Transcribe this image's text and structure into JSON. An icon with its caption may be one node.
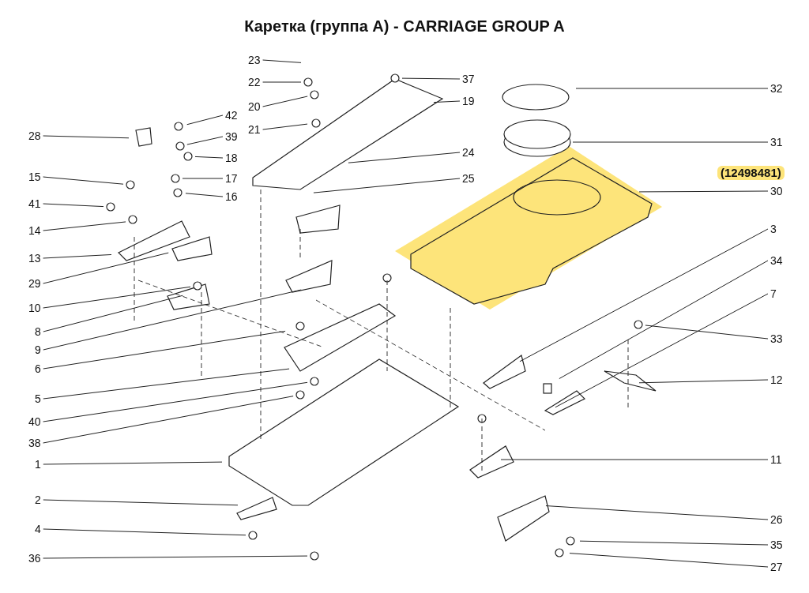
{
  "diagram": {
    "title": "Каретка (группа А) - CARRIAGE GROUP A",
    "nodes": [
      {
        "text": [
          "23"
        ]
      },
      {
        "text": [
          "37"
        ]
      },
      {
        "text": [
          "22"
        ]
      },
      {
        "text": [
          "32"
        ]
      },
      {
        "text": [
          "20"
        ]
      },
      {
        "text": [
          "19"
        ]
      },
      {
        "text": [
          "42"
        ]
      },
      {
        "text": [
          "21"
        ]
      },
      {
        "text": [
          "28"
        ]
      },
      {
        "text": [
          "39"
        ]
      },
      {
        "text": [
          "31"
        ]
      },
      {
        "text": [
          "18"
        ]
      },
      {
        "text": [
          "24"
        ]
      },
      {
        "text": [
          "15"
        ]
      },
      {
        "text": [
          "17"
        ]
      },
      {
        "text": [
          "25"
        ]
      },
      {
        "text": [
          "30"
        ],
        "beside": [
          "(12498481)"
        ]
      },
      {
        "text": [
          "16"
        ]
      },
      {
        "text": [
          "41"
        ]
      },
      {
        "text": [
          "3"
        ]
      },
      {
        "text": [
          "14"
        ]
      },
      {
        "text": [
          "13"
        ]
      },
      {
        "text": [
          "34"
        ]
      },
      {
        "text": [
          "29"
        ]
      },
      {
        "text": [
          "10"
        ]
      },
      {
        "text": [
          "7"
        ]
      },
      {
        "text": [
          "8"
        ]
      },
      {
        "text": [
          "9"
        ]
      },
      {
        "text": [
          "33"
        ]
      },
      {
        "text": [
          "6"
        ]
      },
      {
        "text": [
          "12"
        ]
      },
      {
        "text": [
          "5"
        ]
      },
      {
        "text": [
          "40"
        ]
      },
      {
        "text": [
          "38"
        ]
      },
      {
        "text": [
          "11"
        ]
      },
      {
        "text": [
          "1"
        ]
      },
      {
        "text": [
          "2"
        ]
      },
      {
        "text": [
          "26"
        ]
      },
      {
        "text": [
          "4"
        ]
      },
      {
        "text": [
          "35"
        ]
      },
      {
        "text": [
          "36"
        ]
      },
      {
        "text": [
          "27"
        ]
      }
    ],
    "edges": [
      {
        "from": 0,
        "to": null,
        "arrow": "none"
      },
      {
        "from": 1,
        "to": null,
        "arrow": "none"
      },
      {
        "from": 2,
        "to": null,
        "arrow": "none"
      },
      {
        "from": 3,
        "to": null,
        "arrow": "none"
      },
      {
        "from": 4,
        "to": null,
        "arrow": "none"
      },
      {
        "from": 5,
        "to": null,
        "arrow": "none"
      },
      {
        "from": 6,
        "to": null,
        "arrow": "none"
      },
      {
        "from": 7,
        "to": null,
        "arrow": "none"
      },
      {
        "from": 8,
        "to": null,
        "arrow": "none"
      },
      {
        "from": 9,
        "to": null,
        "arrow": "none"
      },
      {
        "from": 10,
        "to": null,
        "arrow": "none"
      },
      {
        "from": 11,
        "to": null,
        "arrow": "none"
      },
      {
        "from": 12,
        "to": null,
        "arrow": "none"
      },
      {
        "from": 13,
        "to": null,
        "arrow": "none"
      },
      {
        "from": 14,
        "to": null,
        "arrow": "none"
      },
      {
        "from": 15,
        "to": null,
        "arrow": "none"
      },
      {
        "from": 16,
        "to": null,
        "arrow": "none"
      },
      {
        "from": 17,
        "to": null,
        "arrow": "none"
      },
      {
        "from": 18,
        "to": null,
        "arrow": "none"
      },
      {
        "from": 19,
        "to": null,
        "arrow": "none"
      },
      {
        "from": 20,
        "to": null,
        "arrow": "none"
      },
      {
        "from": 21,
        "to": null,
        "arrow": "none"
      },
      {
        "from": 22,
        "to": null,
        "arrow": "none"
      },
      {
        "from": 23,
        "to": null,
        "arrow": "none"
      },
      {
        "from": 24,
        "to": null,
        "arrow": "none"
      },
      {
        "from": 25,
        "to": null,
        "arrow": "none"
      },
      {
        "from": 26,
        "to": null,
        "arrow": "none"
      },
      {
        "from": 27,
        "to": null,
        "arrow": "none"
      },
      {
        "from": 28,
        "to": null,
        "arrow": "none"
      },
      {
        "from": 29,
        "to": null,
        "arrow": "none"
      },
      {
        "from": 30,
        "to": null,
        "arrow": "none"
      },
      {
        "from": 31,
        "to": null,
        "arrow": "none"
      },
      {
        "from": 32,
        "to": null,
        "arrow": "none"
      },
      {
        "from": 33,
        "to": null,
        "arrow": "none"
      },
      {
        "from": 34,
        "to": null,
        "arrow": "none"
      },
      {
        "from": 35,
        "to": null,
        "arrow": "none"
      },
      {
        "from": 36,
        "to": null,
        "arrow": "none"
      },
      {
        "from": 37,
        "to": null,
        "arrow": "none"
      },
      {
        "from": 38,
        "to": null,
        "arrow": "none"
      },
      {
        "from": 39,
        "to": null,
        "arrow": "none"
      },
      {
        "from": 40,
        "to": null,
        "arrow": "none"
      },
      {
        "from": 41,
        "to": null,
        "arrow": "none"
      }
    ]
  }
}
